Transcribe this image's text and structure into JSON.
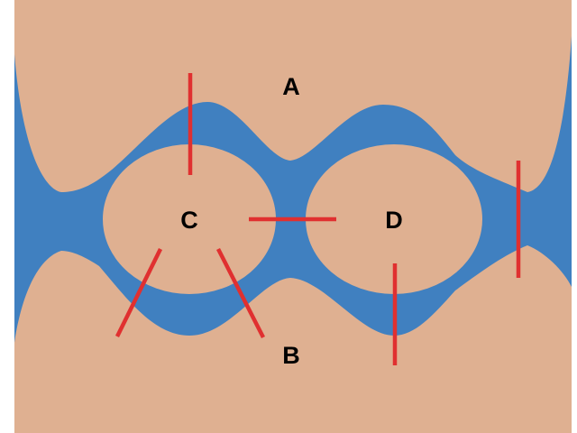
{
  "colors": {
    "background": "#ffffff",
    "region_fill": "#dfb091",
    "channel_fill": "#4080c0",
    "cut_line": "#e03030"
  },
  "regions": {
    "a": "A",
    "b": "B",
    "c": "C",
    "d": "D"
  }
}
